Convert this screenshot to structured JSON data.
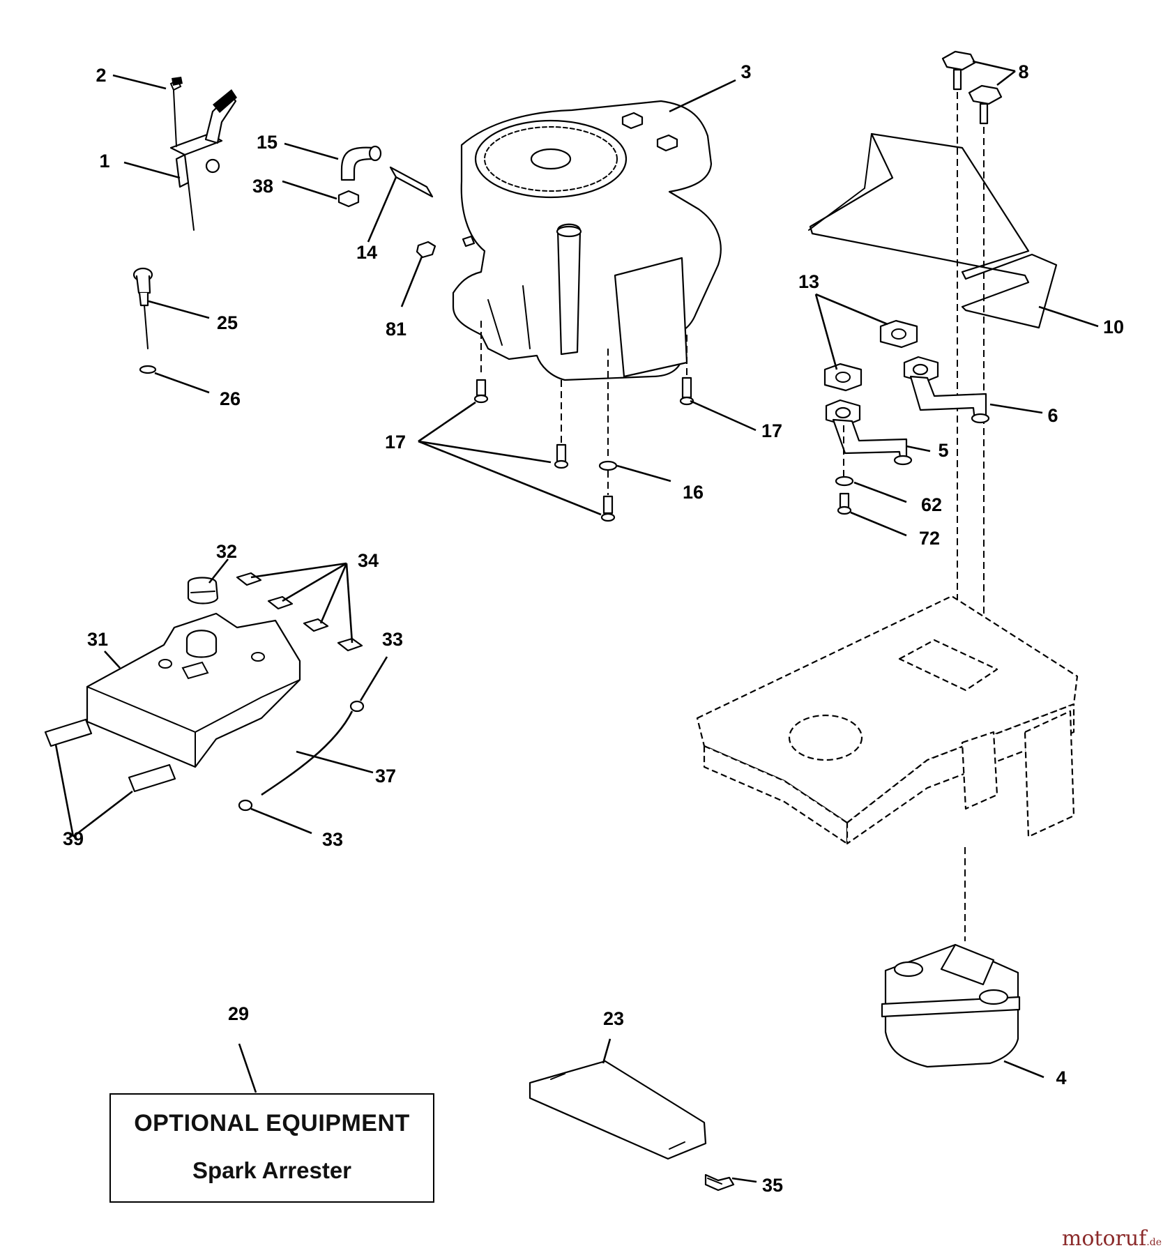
{
  "optional_box": {
    "title": "OPTIONAL EQUIPMENT",
    "subtitle": "Spark Arrester"
  },
  "watermark": {
    "name": "motoruf",
    "tld": ".de"
  },
  "callouts": [
    {
      "id": "1",
      "label": "1"
    },
    {
      "id": "2",
      "label": "2"
    },
    {
      "id": "3",
      "label": "3"
    },
    {
      "id": "4",
      "label": "4"
    },
    {
      "id": "5",
      "label": "5"
    },
    {
      "id": "6",
      "label": "6"
    },
    {
      "id": "8",
      "label": "8"
    },
    {
      "id": "10",
      "label": "10"
    },
    {
      "id": "13",
      "label": "13"
    },
    {
      "id": "14",
      "label": "14"
    },
    {
      "id": "15",
      "label": "15"
    },
    {
      "id": "16",
      "label": "16"
    },
    {
      "id": "17a",
      "label": "17"
    },
    {
      "id": "17b",
      "label": "17"
    },
    {
      "id": "23",
      "label": "23"
    },
    {
      "id": "25",
      "label": "25"
    },
    {
      "id": "26",
      "label": "26"
    },
    {
      "id": "29",
      "label": "29"
    },
    {
      "id": "31",
      "label": "31"
    },
    {
      "id": "32",
      "label": "32"
    },
    {
      "id": "33a",
      "label": "33"
    },
    {
      "id": "33b",
      "label": "33"
    },
    {
      "id": "34",
      "label": "34"
    },
    {
      "id": "35",
      "label": "35"
    },
    {
      "id": "37",
      "label": "37"
    },
    {
      "id": "38",
      "label": "38"
    },
    {
      "id": "39",
      "label": "39"
    },
    {
      "id": "62",
      "label": "62"
    },
    {
      "id": "72",
      "label": "72"
    },
    {
      "id": "81",
      "label": "81"
    }
  ]
}
